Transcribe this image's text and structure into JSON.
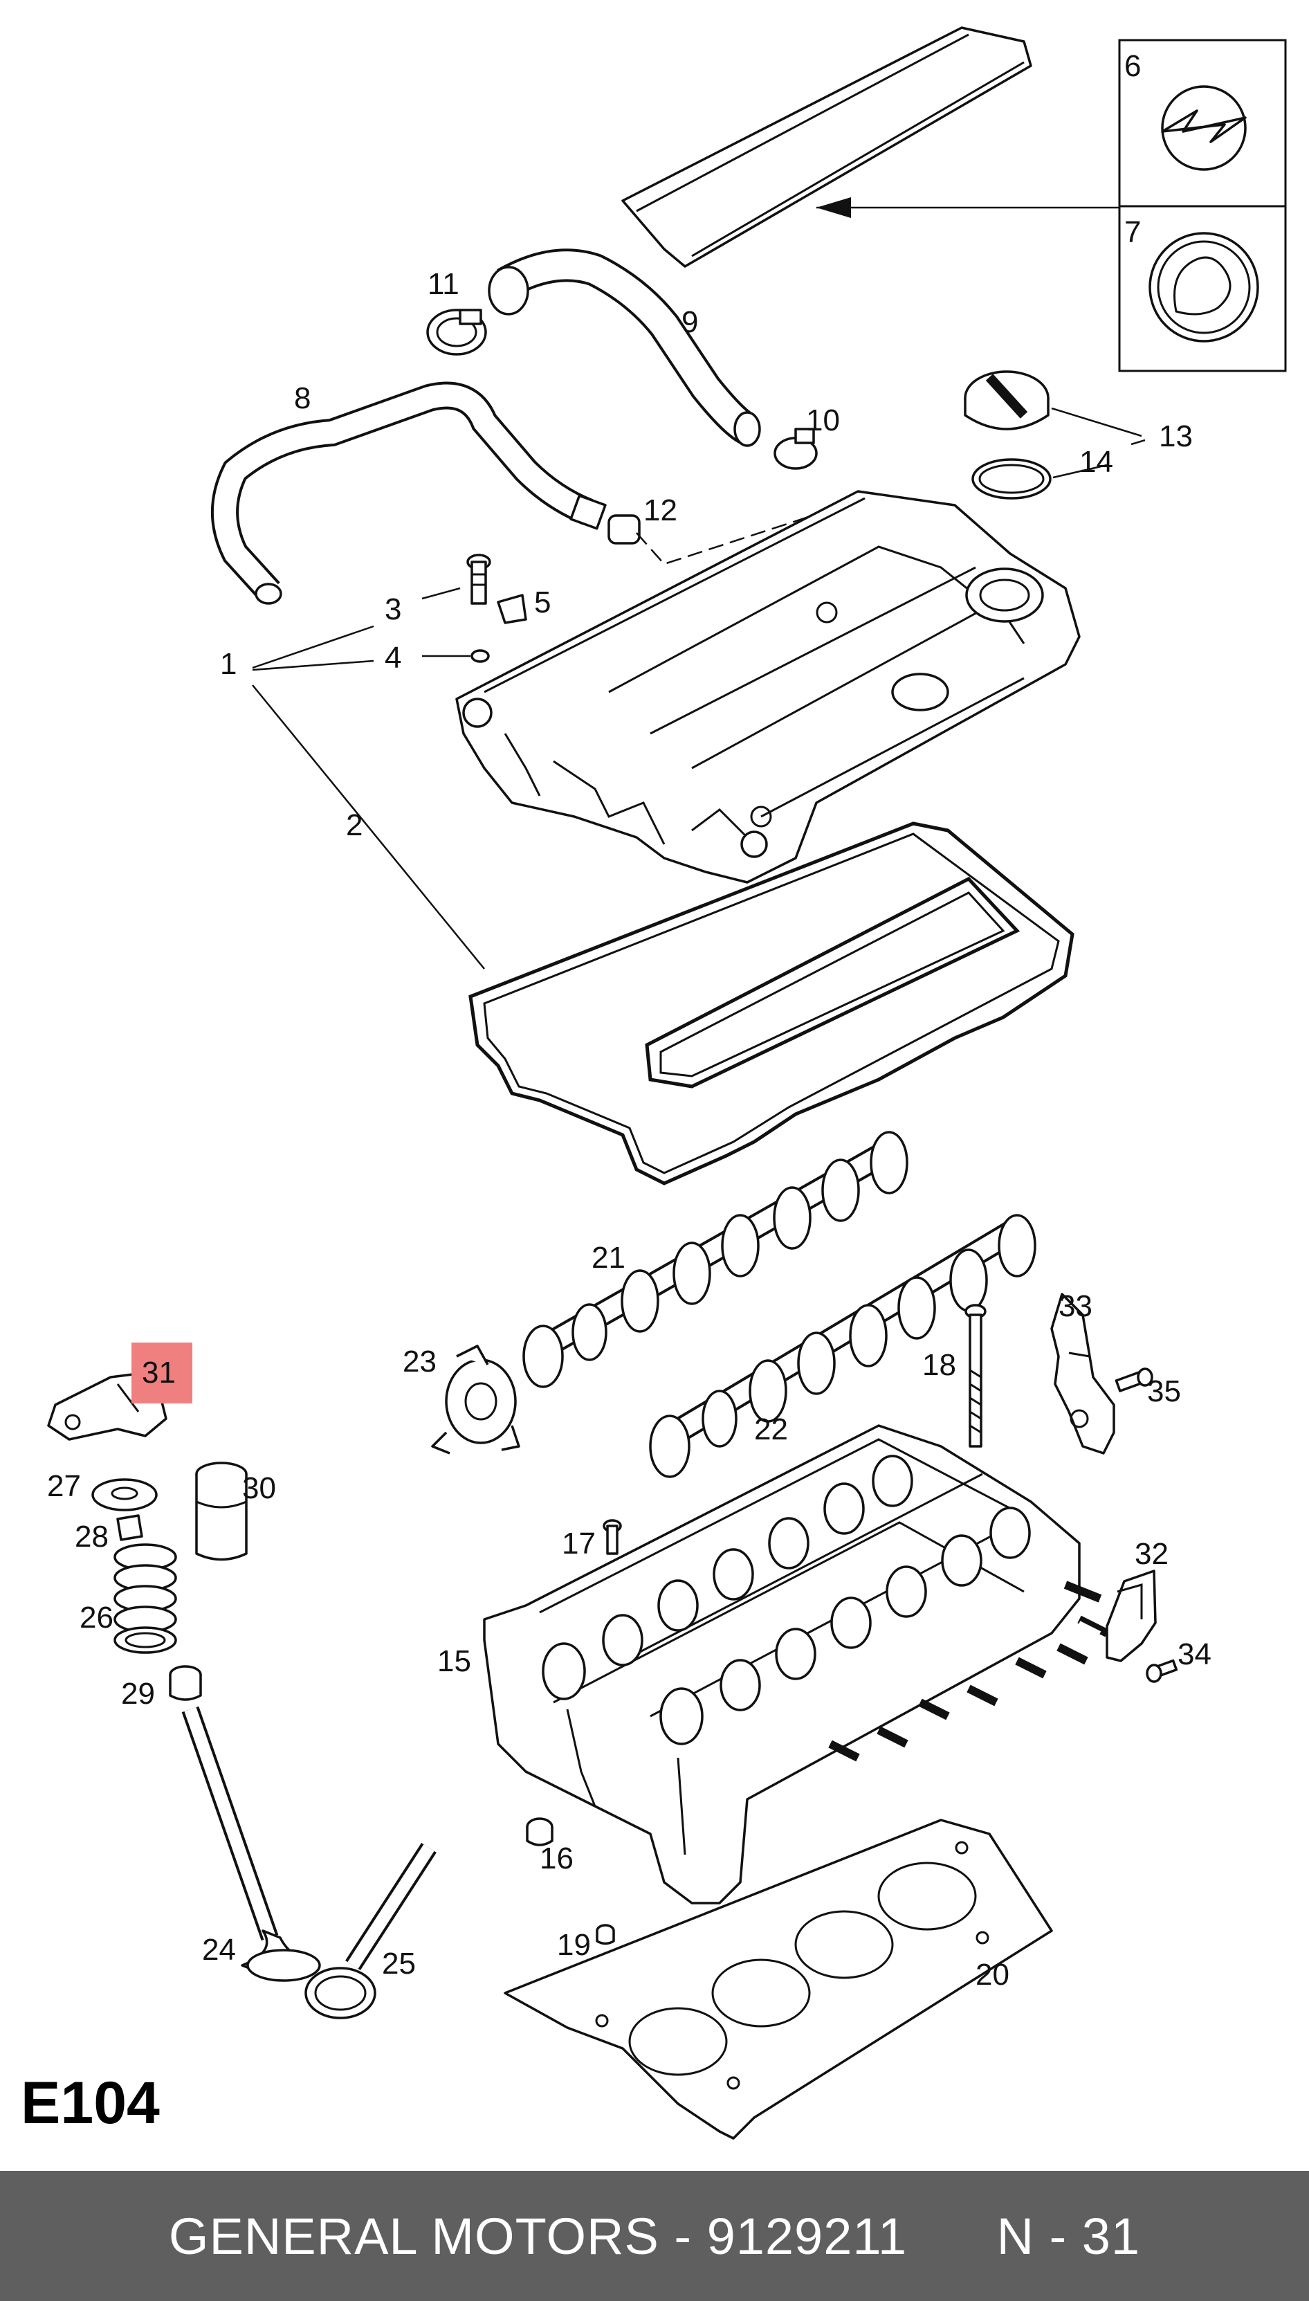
{
  "diagram": {
    "code": "E104",
    "highlight_color": "#f08080",
    "highlighted_callout": "31",
    "callouts": [
      "1",
      "2",
      "3",
      "4",
      "5",
      "6",
      "7",
      "8",
      "9",
      "10",
      "11",
      "12",
      "13",
      "14",
      "15",
      "16",
      "17",
      "18",
      "19",
      "20",
      "21",
      "22",
      "23",
      "24",
      "25",
      "26",
      "27",
      "28",
      "29",
      "30",
      "31",
      "32",
      "33",
      "34",
      "35"
    ]
  },
  "footer": {
    "brand": "GENERAL MOTORS",
    "separator": " - ",
    "part_number": "9129211",
    "ref": "N - 31",
    "background": "#5f5f5f"
  }
}
